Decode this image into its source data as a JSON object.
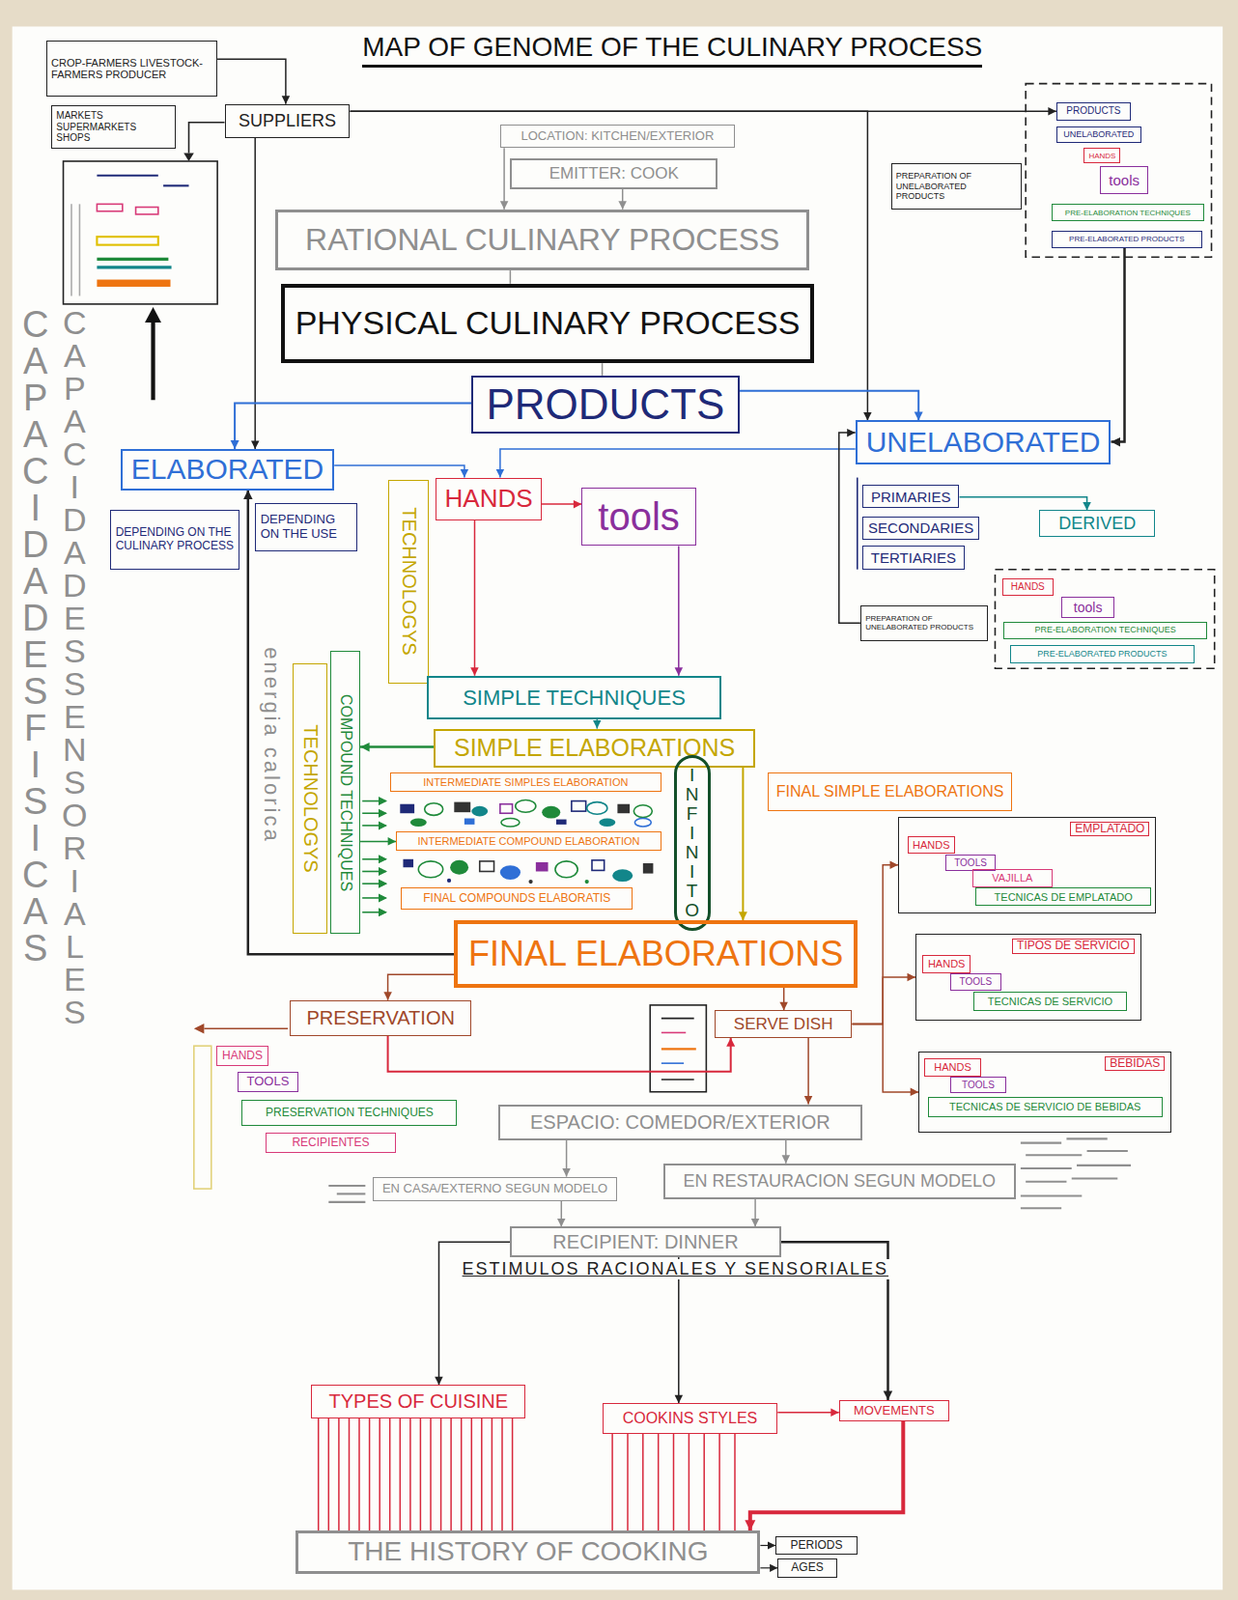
{
  "diagram": {
    "title": "MAP OF GENOME OF THE CULINARY PROCESS",
    "nodes": [
      {
        "text": [
          "CROP-FARMERS LIVESTOCK-FARMERS PRODUCER"
        ]
      },
      {
        "text": [
          "MARKETS SUPERMARKETS SHOPS"
        ]
      },
      {
        "text": [
          "SUPPLIERS"
        ]
      },
      {
        "text": [
          "LOCATION: KITCHEN/EXTERIOR"
        ]
      },
      {
        "text": [
          "EMITTER: COOK"
        ]
      },
      {
        "text": [
          "PRODUCTS"
        ]
      },
      {
        "text": [
          "UNELABORATED"
        ]
      },
      {
        "text": [
          "HANDS"
        ]
      },
      {
        "text": [
          "tools"
        ]
      },
      {
        "text": [
          "PRE-ELABORATION TECHNIQUES"
        ]
      },
      {
        "text": [
          "PRE-ELABORATED PRODUCTS"
        ]
      },
      {
        "text": [
          "PREPARATION OF UNELABORATED PRODUCTS"
        ]
      },
      {
        "text": [
          "RATIONAL CULINARY PROCESS"
        ]
      },
      {
        "text": [
          "PHYSICAL CULINARY PROCESS"
        ]
      },
      {
        "text": [
          "PRODUCTS"
        ]
      },
      {
        "text": [
          "ELABORATED"
        ]
      },
      {
        "text": [
          "TECHNOLOGYS"
        ]
      },
      {
        "text": [
          "HANDS"
        ]
      },
      {
        "text": [
          "tools"
        ]
      },
      {
        "text": [
          "UNELABORATED"
        ]
      },
      {
        "text": [
          "DEPENDING ON THE CULINARY PROCESS"
        ]
      },
      {
        "text": [
          "DEPENDING ON THE USE"
        ]
      },
      {
        "text": [
          "PRIMARIES"
        ]
      },
      {
        "text": [
          "SECONDARIES"
        ]
      },
      {
        "text": [
          "TERTIARIES"
        ]
      },
      {
        "text": [
          "DERIVED"
        ]
      },
      {
        "text": [
          "PREPARATION OF UNELABORATED PRODUCTS"
        ]
      },
      {
        "text": [
          "HANDS"
        ]
      },
      {
        "text": [
          "tools"
        ]
      },
      {
        "text": [
          "PRE-ELABORATION TECHNIQUES"
        ]
      },
      {
        "text": [
          "PRE-ELABORATED PRODUCTS"
        ]
      },
      {
        "text": [
          "TECHNOLOGYS"
        ]
      },
      {
        "text": [
          "COMPOUND TECHNIQUES"
        ]
      },
      {
        "text": [
          "SIMPLE TECHNIQUES"
        ]
      },
      {
        "text": [
          "SIMPLE ELABORATIONS"
        ]
      },
      {
        "text": [
          "INTERMEDIATE SIMPLES ELABORATION"
        ]
      },
      {
        "text": [
          "INTERMEDIATE COMPOUND ELABORATION"
        ]
      },
      {
        "text": [
          "FINAL COMPOUNDS ELABORATIS"
        ]
      },
      {
        "text": [
          "INFINITO"
        ]
      },
      {
        "text": [
          "FINAL SIMPLE ELABORATIONS"
        ]
      },
      {
        "text": [
          "FINAL ELABORATIONS"
        ]
      },
      {
        "text": [
          "EMPLATADO"
        ]
      },
      {
        "text": [
          "HANDS"
        ],
        "in": 41
      },
      {
        "text": [
          "TOOLS"
        ],
        "in": 41
      },
      {
        "text": [
          "VAJILLA"
        ],
        "in": 41
      },
      {
        "text": [
          "TECNICAS DE EMPLATADO"
        ],
        "in": 41
      },
      {
        "text": [
          "TIPOS DE SERVICIO"
        ]
      },
      {
        "text": [
          "HANDS"
        ],
        "in": 46
      },
      {
        "text": [
          "TOOLS"
        ],
        "in": 46
      },
      {
        "text": [
          "TECNICAS DE SERVICIO"
        ],
        "in": 46
      },
      {
        "text": [
          "BEBIDAS"
        ]
      },
      {
        "text": [
          "HANDS"
        ],
        "in": 50
      },
      {
        "text": [
          "TOOLS"
        ],
        "in": 50
      },
      {
        "text": [
          "TECNICAS DE SERVICIO DE BEBIDAS"
        ],
        "in": 50
      },
      {
        "text": [
          "PRESERVATION"
        ]
      },
      {
        "text": [
          "SERVE DISH"
        ]
      },
      {
        "text": [
          "HANDS"
        ]
      },
      {
        "text": [
          "TOOLS"
        ]
      },
      {
        "text": [
          "PRESERVATION TECHNIQUES"
        ]
      },
      {
        "text": [
          "RECIPIENTES"
        ]
      },
      {
        "text": [
          "ESPACIO: COMEDOR/EXTERIOR"
        ]
      },
      {
        "text": [
          "EN CASA/EXTERNO SEGUN MODELO"
        ]
      },
      {
        "text": [
          "EN RESTAURACION SEGUN MODELO"
        ]
      },
      {
        "text": [
          "RECIPIENT: DINNER"
        ]
      },
      {
        "text": [
          "TYPES OF CUISINE"
        ]
      },
      {
        "text": [
          "COOKINS STYLES"
        ]
      },
      {
        "text": [
          "MOVEMENTS"
        ]
      },
      {
        "text": [
          "THE HISTORY OF COOKING"
        ]
      },
      {
        "text": [
          "PERIODS"
        ]
      },
      {
        "text": [
          "AGES"
        ]
      }
    ],
    "edges": [
      {
        "from": 0,
        "to": 2,
        "arrow": "to"
      },
      {
        "from": 2,
        "to": 15,
        "arrow": "to"
      },
      {
        "from": 2,
        "to": 19,
        "arrow": "to"
      },
      {
        "from": 2,
        "to": 5,
        "arrow": "to"
      },
      {
        "from": 3,
        "to": 12,
        "arrow": "to"
      },
      {
        "from": 4,
        "to": 12,
        "arrow": "to"
      },
      {
        "from": 12,
        "to": 13,
        "arrow": "none"
      },
      {
        "from": 13,
        "to": 14,
        "arrow": "none"
      },
      {
        "from": 14,
        "to": 15,
        "arrow": "to"
      },
      {
        "from": 14,
        "to": 19,
        "arrow": "to"
      },
      {
        "from": 10,
        "to": 19,
        "arrow": "to"
      },
      {
        "from": 19,
        "to": 17,
        "arrow": "to"
      },
      {
        "from": 15,
        "to": 17,
        "arrow": "to"
      },
      {
        "from": 17,
        "to": 18,
        "arrow": "to"
      },
      {
        "from": 17,
        "to": 33,
        "arrow": "to"
      },
      {
        "from": 18,
        "to": 33,
        "arrow": "to"
      },
      {
        "from": 22,
        "to": 25,
        "arrow": "to"
      },
      {
        "from": 26,
        "to": 19,
        "arrow": "to"
      },
      {
        "from": 33,
        "to": 34,
        "arrow": "to"
      },
      {
        "from": 34,
        "to": 32,
        "arrow": "to"
      },
      {
        "from": 32,
        "to": 36,
        "arrow": "to"
      },
      {
        "from": 34,
        "to": 40,
        "arrow": "to"
      },
      {
        "from": 40,
        "to": 15,
        "arrow": "to"
      },
      {
        "from": 40,
        "to": 54,
        "arrow": "to"
      },
      {
        "from": 40,
        "to": 55,
        "arrow": "to"
      },
      {
        "from": 55,
        "to": 41,
        "arrow": "to"
      },
      {
        "from": 55,
        "to": 46,
        "arrow": "to"
      },
      {
        "from": 55,
        "to": 50,
        "arrow": "to"
      },
      {
        "from": 54,
        "to": 55,
        "arrow": "to"
      },
      {
        "from": 55,
        "to": 60,
        "arrow": "to"
      },
      {
        "from": 60,
        "to": 61,
        "arrow": "to"
      },
      {
        "from": 60,
        "to": 62,
        "arrow": "to"
      },
      {
        "from": 61,
        "to": 63,
        "arrow": "to"
      },
      {
        "from": 62,
        "to": 63,
        "arrow": "to"
      },
      {
        "from": 63,
        "to": 64,
        "arrow": "to"
      },
      {
        "from": 63,
        "to": 65,
        "arrow": "to"
      },
      {
        "from": 63,
        "to": 66,
        "arrow": "to"
      },
      {
        "from": 65,
        "to": 66,
        "arrow": "to"
      },
      {
        "from": 64,
        "to": 67,
        "arrow": "none"
      },
      {
        "from": 65,
        "to": 67,
        "arrow": "none"
      },
      {
        "from": 66,
        "to": 67,
        "arrow": "to"
      },
      {
        "from": 67,
        "to": 68,
        "arrow": "to"
      },
      {
        "from": 67,
        "to": 69,
        "arrow": "to"
      }
    ],
    "labels": [
      "CAPACIDADES FISICAS",
      "CAPACIDADES SENSORIALES",
      "energia calorica",
      "ESTIMULOS RACIONALES Y SENSORIALES"
    ]
  }
}
